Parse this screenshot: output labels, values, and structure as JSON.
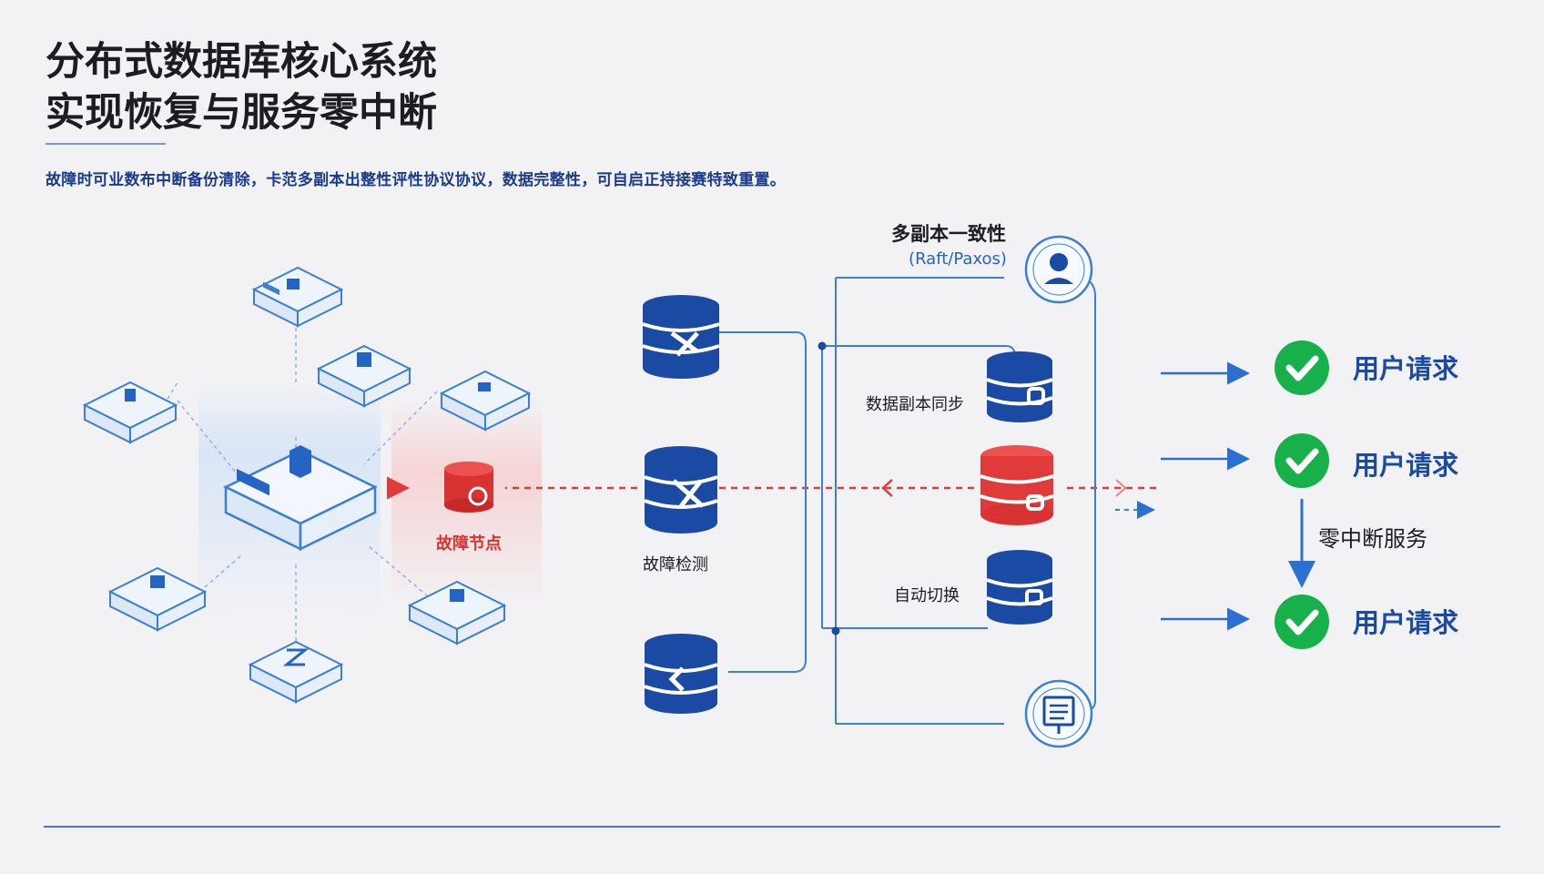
{
  "header": {
    "title_line1": "分布式数据库核心系统",
    "title_line2": "实现恢复与服务零中断",
    "subtitle": "故障时可业数布中断备份清除，卡范多副本出整性评性协议协议，数据完整性，可自启正持接赛特致重置。"
  },
  "diagram": {
    "fault_node_label": "故障节点",
    "fault_detect_label": "故障检测",
    "consistency_label": "多副本一致性",
    "consistency_protocol": "(Raft/Paxos)",
    "replica_sync_label": "数据副本同步",
    "auto_switch_label": "自动切换",
    "zero_interrupt_label": "零中断服务",
    "user_requests": [
      "用户请求",
      "用户请求",
      "用户请求"
    ]
  },
  "colors": {
    "primary_blue": "#1a4aa3",
    "line_blue": "#3c7fd1",
    "fault_red": "#e03a3a",
    "success_green": "#17b04a"
  },
  "icons": {
    "user_node": "user-icon",
    "log_node": "document-icon",
    "check": "check-icon"
  }
}
